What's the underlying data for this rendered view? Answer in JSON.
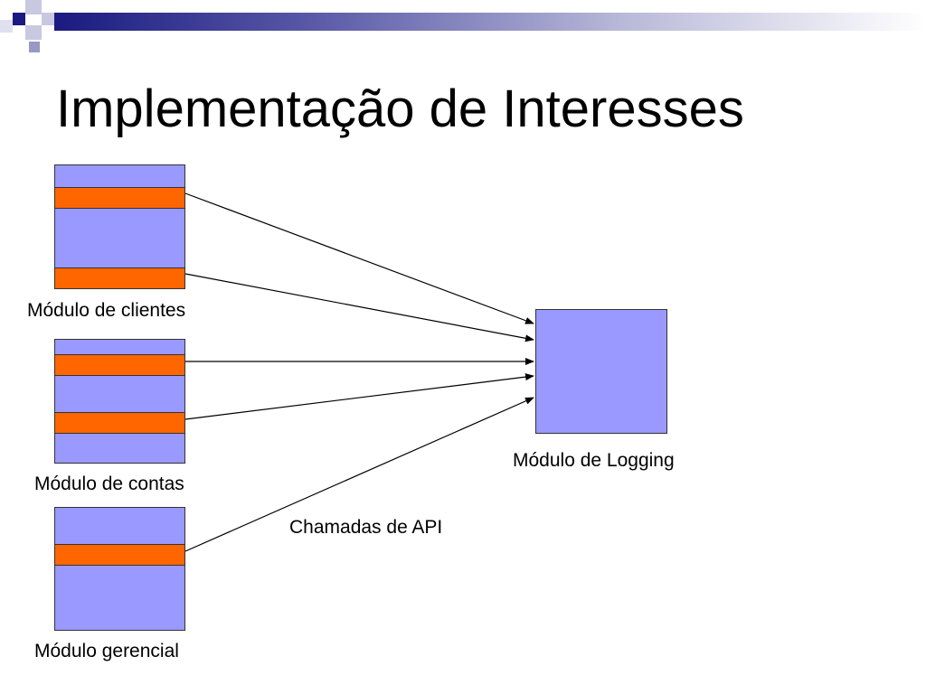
{
  "title": "Implementação de Interesses",
  "modules": [
    {
      "label": "Módulo de clientes"
    },
    {
      "label": "Módulo de contas"
    },
    {
      "label": "Módulo gerencial"
    }
  ],
  "target": {
    "label": "Módulo de Logging"
  },
  "connector_label": "Chamadas de API",
  "colors": {
    "module_fill": "#9999ff",
    "concern_band": "#ff6600",
    "header_dark": "#1a1a80",
    "header_light": "#b8b8d8",
    "arrow": "#000000"
  }
}
